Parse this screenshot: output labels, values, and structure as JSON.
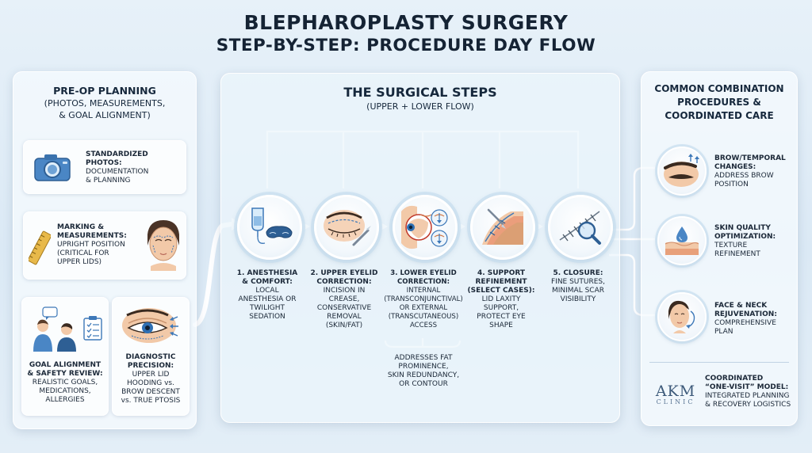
{
  "title": {
    "line1": "BLEPHAROPLASTY SURGERY",
    "line2": "STEP-BY-STEP: PROCEDURE DAY FLOW"
  },
  "preop": {
    "title": "PRE-OP PLANNING",
    "subtitle_lines": [
      "(PHOTOS, MEASUREMENTS,",
      "& GOAL ALIGNMENT)"
    ],
    "photos": {
      "bold": [
        "STANDARDIZED",
        "PHOTOS:"
      ],
      "text": [
        "DOCUMENTATION",
        "& PLANNING"
      ]
    },
    "marking": {
      "bold": [
        "MARKING &",
        "MEASUREMENTS:"
      ],
      "text": [
        "UPRIGHT POSITION",
        "(CRITICAL FOR",
        "UPPER LIDS)"
      ]
    },
    "goal": {
      "bold": [
        "GOAL ALIGNMENT",
        "& SAFETY REVIEW:"
      ],
      "text": [
        "REALISTIC GOALS,",
        "MEDICATIONS,",
        "ALLERGIES"
      ]
    },
    "diagnostic": {
      "bold": [
        "DIAGNOSTIC",
        "PRECISION:"
      ],
      "text": [
        "UPPER LID",
        "HOODING vs.",
        "BROW DESCENT",
        "vs. TRUE PTOSIS"
      ]
    }
  },
  "surgical": {
    "title": "THE SURGICAL STEPS",
    "subtitle": "(UPPER + LOWER FLOW)",
    "steps": [
      {
        "bold": [
          "1. ANESTHESIA",
          "& COMFORT:"
        ],
        "text": [
          "LOCAL",
          "ANESTHESIA OR",
          "TWILIGHT",
          "SEDATION"
        ]
      },
      {
        "bold": [
          "2. UPPER EYELID",
          "CORRECTION:"
        ],
        "text": [
          "INCISION IN",
          "CREASE,",
          "CONSERVATIVE",
          "REMOVAL",
          "(SKIN/FAT)"
        ]
      },
      {
        "bold": [
          "3. LOWER EYELID",
          "CORRECTION:"
        ],
        "text": [
          "INTERNAL",
          "(TRANSCONJUNCTIVAL)",
          "OR EXTERNAL",
          "(TRANSCUTANEOUS)",
          "ACCESS"
        ]
      },
      {
        "bold": [
          "4. SUPPORT",
          "REFINEMENT",
          "(SELECT CASES):"
        ],
        "text": [
          "LID LAXITY",
          "SUPPORT,",
          "PROTECT EYE",
          "SHAPE"
        ]
      },
      {
        "bold": [
          "5. CLOSURE:"
        ],
        "text": [
          "FINE SUTURES,",
          "MINIMAL SCAR",
          "VISIBILITY"
        ]
      }
    ],
    "note": [
      "ADDRESSES FAT",
      "PROMINENCE,",
      "SKIN REDUNDANCY,",
      "OR CONTOUR"
    ]
  },
  "combo": {
    "title_lines": [
      "COMMON COMBINATION",
      "PROCEDURES &",
      "COORDINATED CARE"
    ],
    "items": [
      {
        "bold": [
          "BROW/TEMPORAL",
          "CHANGES:"
        ],
        "text": [
          "ADDRESS BROW",
          "POSITION"
        ]
      },
      {
        "bold": [
          "SKIN QUALITY",
          "OPTIMIZATION:"
        ],
        "text": [
          "TEXTURE",
          "REFINEMENT"
        ]
      },
      {
        "bold": [
          "FACE & NECK",
          "REJUVENATION:"
        ],
        "text": [
          "COMPREHENSIVE",
          "PLAN"
        ]
      }
    ],
    "model": {
      "bold": [
        "COORDINATED",
        "“ONE-VISIT” MODEL:"
      ],
      "text": [
        "INTEGRATED PLANNING",
        "& RECOVERY LOGISTICS"
      ]
    },
    "logo": {
      "main": "AKM",
      "sub": "CLINIC"
    }
  },
  "colors": {
    "accent_blue": "#3d78b8",
    "connector": "#ffffff",
    "skin": "#f2c9a8",
    "text_dark": "#152334"
  },
  "icons": [
    "camera-icon",
    "ruler-icon",
    "face-marking-icon",
    "consultation-icon",
    "clipboard-icon",
    "eye-diagnostic-icon",
    "iv-bag-icon",
    "sleep-mask-icon",
    "upper-eyelid-icon",
    "scalpel-icon",
    "eye-cross-section-icon",
    "skin-layers-icon",
    "suture-magnifier-icon",
    "brow-icon",
    "skin-droplet-icon",
    "face-profile-icon"
  ]
}
